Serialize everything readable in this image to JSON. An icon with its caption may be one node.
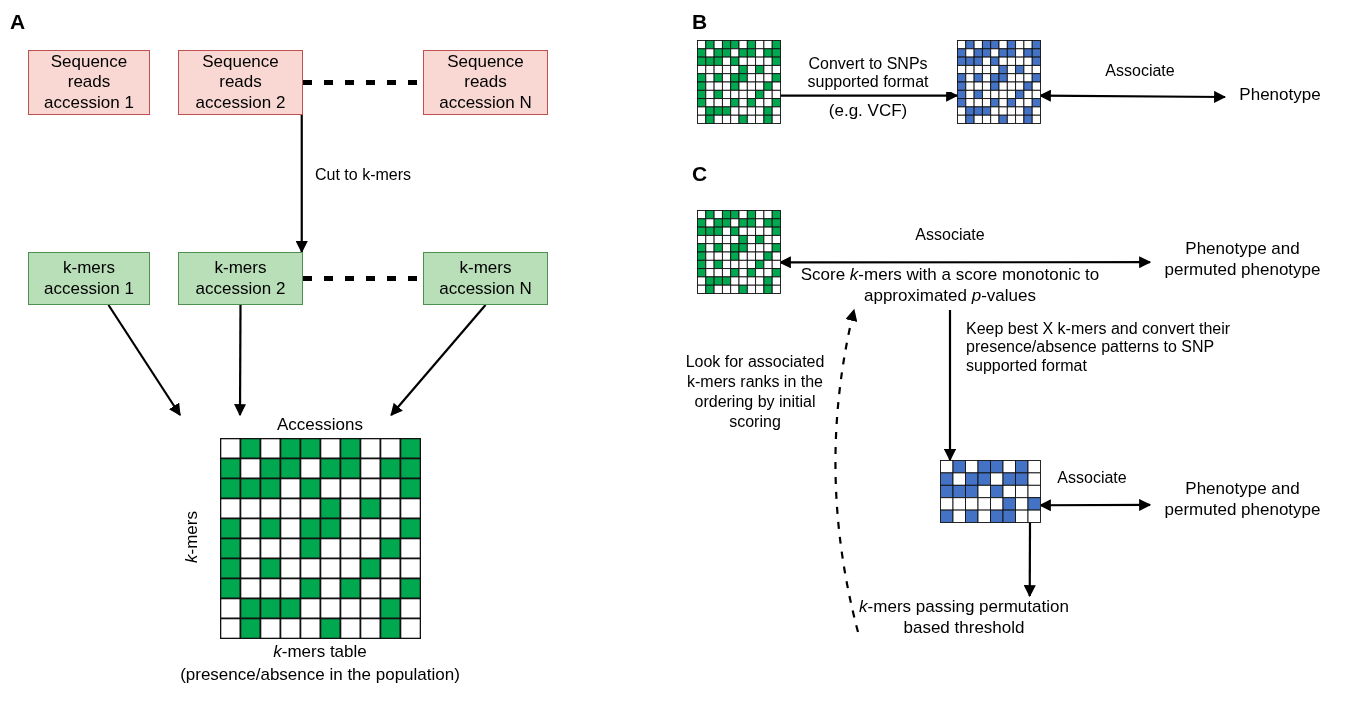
{
  "diagram": {
    "nodes": [
      {
        "text": [
          "Sequence reads accession 1"
        ]
      },
      {
        "text": [
          "Sequence reads accession 2"
        ]
      },
      {
        "text": [
          "Sequence reads accession N"
        ]
      },
      {
        "text": [
          "k-mers accession 1"
        ]
      },
      {
        "text": [
          "k-mers accession 2"
        ]
      },
      {
        "text": [
          "k-mers accession N"
        ]
      },
      {
        "text": [
          "Accessions",
          "*k*-mers",
          "*k*-mers table",
          "(presence/absence in the population)"
        ]
      },
      {
        "text": [],
        "shape": "picture"
      },
      {
        "text": [],
        "shape": "picture"
      },
      {
        "text": [
          "Phenotype"
        ]
      },
      {
        "text": [],
        "shape": "picture"
      },
      {
        "text": [
          "Phenotype and permuted phenotype"
        ]
      },
      {
        "text": [],
        "shape": "picture"
      },
      {
        "text": [
          "Phenotype and permuted phenotype"
        ]
      },
      {
        "text": [
          "*k*-mers passing permutation based threshold"
        ]
      },
      {
        "text": [
          "Score *k*-mers with a score monotonic to approximated *p*-values"
        ]
      }
    ],
    "edges": [
      {
        "from": 1,
        "to": 2,
        "arrow": "none",
        "style": "dashed"
      },
      {
        "from": 1,
        "to": 4,
        "arrow": "to",
        "label": "Cut to k-mers"
      },
      {
        "from": 4,
        "to": 5,
        "arrow": "none",
        "style": "dashed"
      },
      {
        "from": 3,
        "to": 6,
        "arrow": "to"
      },
      {
        "from": 4,
        "to": 6,
        "arrow": "to"
      },
      {
        "from": 5,
        "to": 6,
        "arrow": "to"
      },
      {
        "from": 7,
        "to": 8,
        "arrow": "to",
        "label": "Convert to SNPs supported format"
      },
      {
        "from": 8,
        "to": 9,
        "arrow": "both",
        "label": "Associate"
      },
      {
        "from": 10,
        "to": 11,
        "arrow": "both",
        "label": "Associate"
      },
      {
        "from": 15,
        "to": 12,
        "arrow": "to",
        "label": "Keep best X k-mers and convert their presence/absence patterns to SNP supported format"
      },
      {
        "from": 12,
        "to": 13,
        "arrow": "both",
        "label": "Associate"
      },
      {
        "from": 12,
        "to": 14,
        "arrow": "to"
      },
      {
        "from": 14,
        "to": 15,
        "arrow": "to",
        "style": "dashed"
      }
    ],
    "labels": [
      "A",
      "B",
      "(e.g. VCF)",
      "C",
      "Look for associated k-mers ranks in the ordering by initial scoring"
    ]
  }
}
